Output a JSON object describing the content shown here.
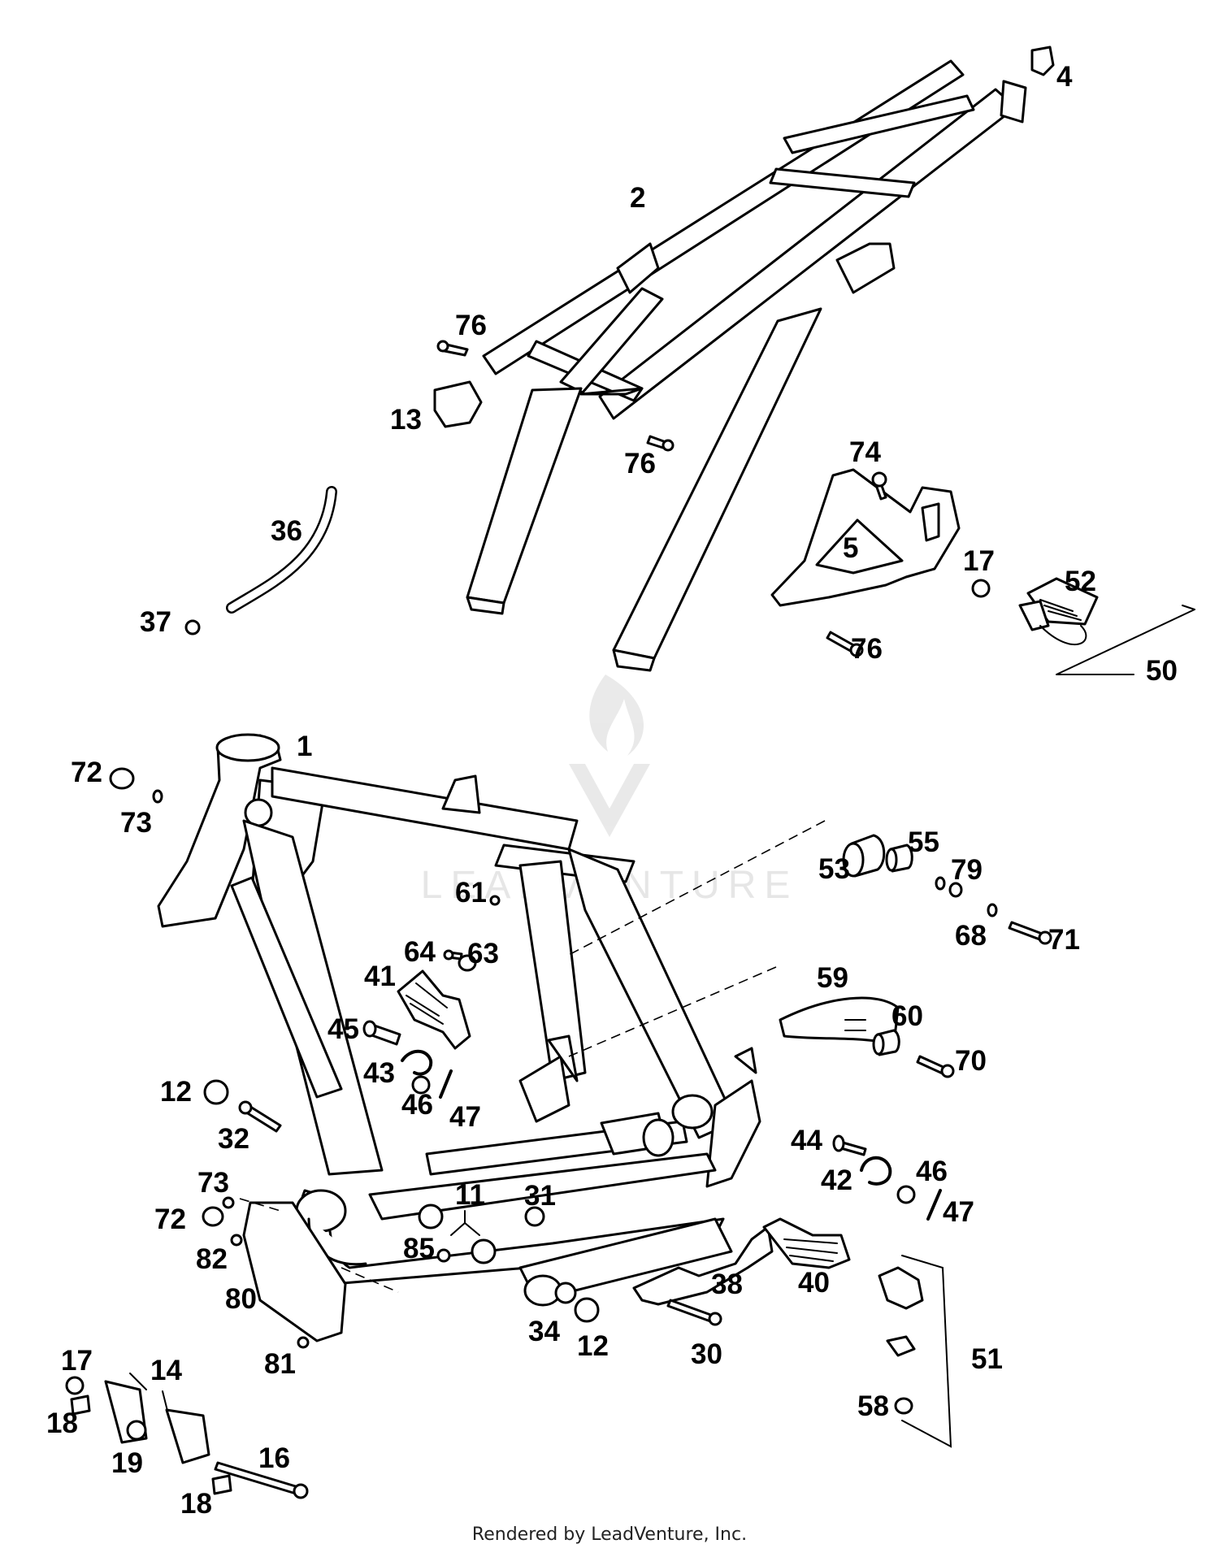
{
  "callouts": [
    {
      "id": "c4",
      "text": "4"
    },
    {
      "id": "c2",
      "text": "2"
    },
    {
      "id": "c76a",
      "text": "76"
    },
    {
      "id": "c13",
      "text": "13"
    },
    {
      "id": "c76b",
      "text": "76"
    },
    {
      "id": "c74",
      "text": "74"
    },
    {
      "id": "c5",
      "text": "5"
    },
    {
      "id": "c17a",
      "text": "17"
    },
    {
      "id": "c52",
      "text": "52"
    },
    {
      "id": "c36",
      "text": "36"
    },
    {
      "id": "c37",
      "text": "37"
    },
    {
      "id": "c76c",
      "text": "76"
    },
    {
      "id": "c50",
      "text": "50"
    },
    {
      "id": "c72a",
      "text": "72"
    },
    {
      "id": "c1",
      "text": "1"
    },
    {
      "id": "c73a",
      "text": "73"
    },
    {
      "id": "c53",
      "text": "53"
    },
    {
      "id": "c55",
      "text": "55"
    },
    {
      "id": "c79",
      "text": "79"
    },
    {
      "id": "c61",
      "text": "61"
    },
    {
      "id": "c68",
      "text": "68"
    },
    {
      "id": "c71",
      "text": "71"
    },
    {
      "id": "c64",
      "text": "64"
    },
    {
      "id": "c63",
      "text": "63"
    },
    {
      "id": "c41",
      "text": "41"
    },
    {
      "id": "c59",
      "text": "59"
    },
    {
      "id": "c60",
      "text": "60"
    },
    {
      "id": "c45",
      "text": "45"
    },
    {
      "id": "c70",
      "text": "70"
    },
    {
      "id": "c43",
      "text": "43"
    },
    {
      "id": "c46a",
      "text": "46"
    },
    {
      "id": "c47a",
      "text": "47"
    },
    {
      "id": "c12a",
      "text": "12"
    },
    {
      "id": "c32",
      "text": "32"
    },
    {
      "id": "c44",
      "text": "44"
    },
    {
      "id": "c46b",
      "text": "46"
    },
    {
      "id": "c42",
      "text": "42"
    },
    {
      "id": "c47b",
      "text": "47"
    },
    {
      "id": "c73b",
      "text": "73"
    },
    {
      "id": "c31",
      "text": "31"
    },
    {
      "id": "c72b",
      "text": "72"
    },
    {
      "id": "c11",
      "text": "11"
    },
    {
      "id": "c82",
      "text": "82"
    },
    {
      "id": "c85",
      "text": "85"
    },
    {
      "id": "c80",
      "text": "80"
    },
    {
      "id": "c38",
      "text": "38"
    },
    {
      "id": "c40",
      "text": "40"
    },
    {
      "id": "c34",
      "text": "34"
    },
    {
      "id": "c12b",
      "text": "12"
    },
    {
      "id": "c81",
      "text": "81"
    },
    {
      "id": "c30",
      "text": "30"
    },
    {
      "id": "c51",
      "text": "51"
    },
    {
      "id": "c17b",
      "text": "17"
    },
    {
      "id": "c14",
      "text": "14"
    },
    {
      "id": "c58",
      "text": "58"
    },
    {
      "id": "c18a",
      "text": "18"
    },
    {
      "id": "c19",
      "text": "19"
    },
    {
      "id": "c16",
      "text": "16"
    },
    {
      "id": "c18b",
      "text": "18"
    }
  ],
  "watermark": {
    "text": "LEADVENTURE"
  },
  "footer": {
    "text": "Rendered by LeadVenture, Inc."
  }
}
